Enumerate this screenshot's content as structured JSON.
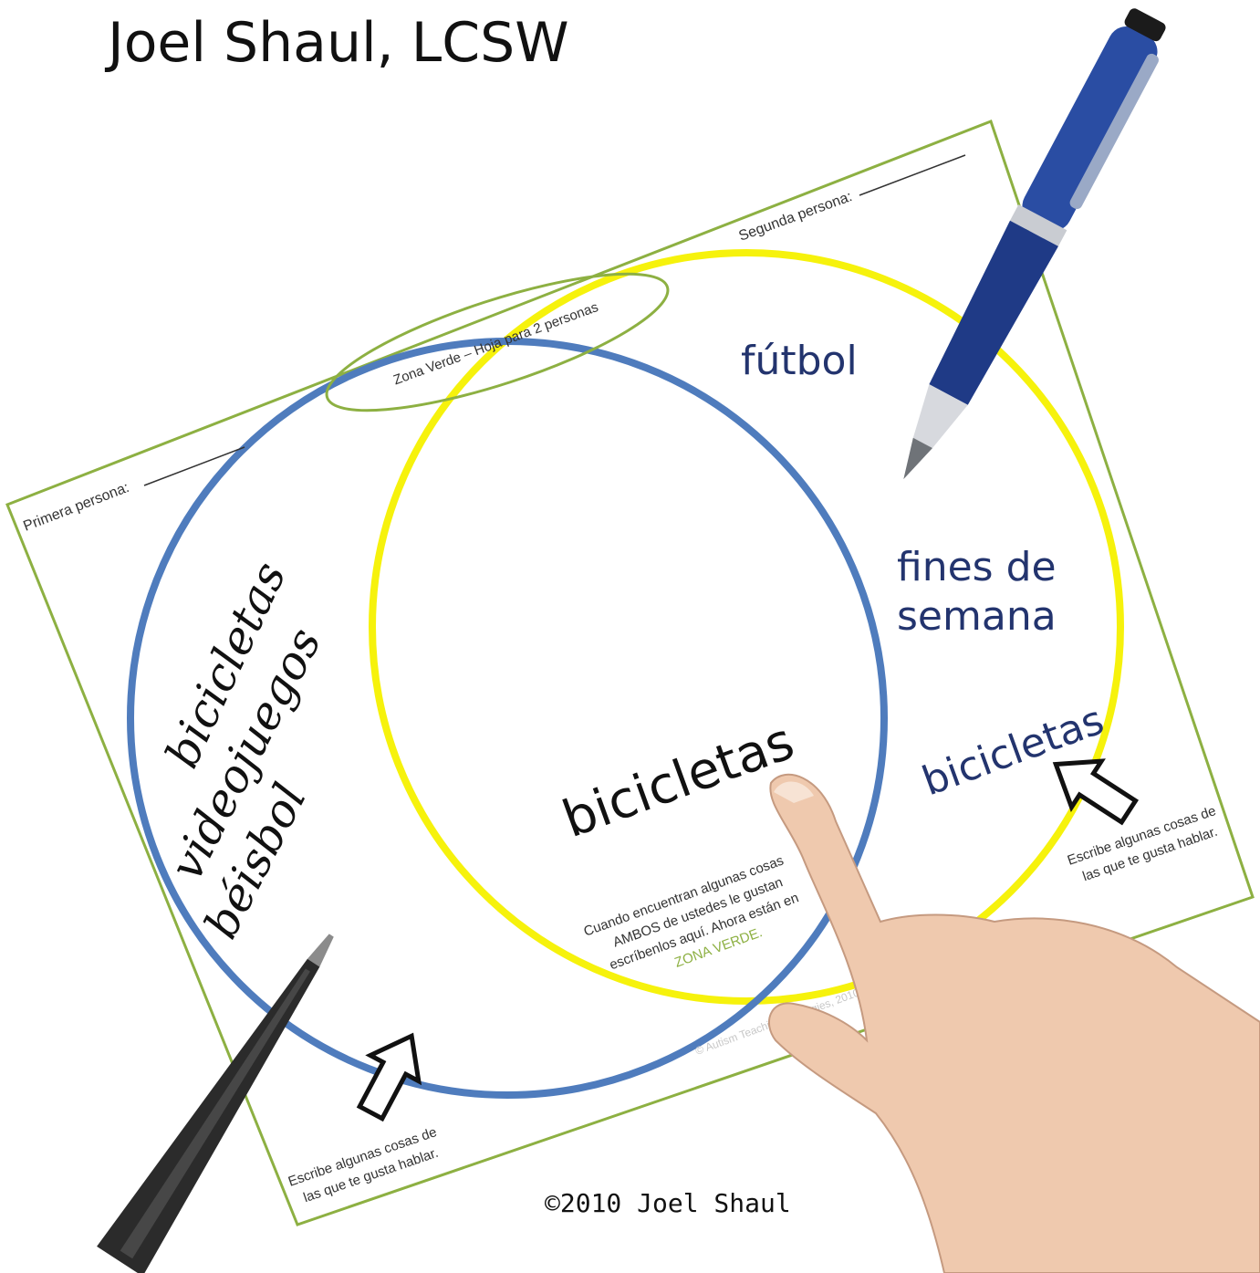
{
  "header": {
    "title": "Joel Shaul, LCSW"
  },
  "footer": {
    "copyright": "©2010 Joel Shaul"
  },
  "sheet": {
    "heading": "Zona Verde – Hoja para 2 personas",
    "first_person_label": "Primera persona:",
    "second_person_label": "Segunda persona:",
    "instruction_left_line1": "Escribe algunas cosas de",
    "instruction_left_line2": "las que te gusta hablar.",
    "instruction_right_line1": "Escribe algunas cosas de",
    "instruction_right_line2": "las que te gusta hablar.",
    "center_line1": "Cuando encuentran algunas cosas",
    "center_line2": "AMBOS de ustedes le gustan",
    "center_line3": "escríbenlos aquí. Ahora están en",
    "center_line4": "ZONA VERDE.",
    "watermark": "© Autism Teaching Strategies, 2010"
  },
  "handwriting": {
    "left": [
      "bicicletas",
      "videojuegos",
      "béisbol"
    ],
    "center": "bicicletas",
    "right_futbol": "fútbol",
    "right_fines_line1": "fines de",
    "right_fines_line2": "semana",
    "right_bicicletas": "bicicletas"
  },
  "colors": {
    "sheet_border": "#8db042",
    "blue_circle": "#4f7cbd",
    "yellow_circle": "#f6f20c",
    "green_text": "#8db042",
    "blue_ink": "#23346e"
  }
}
